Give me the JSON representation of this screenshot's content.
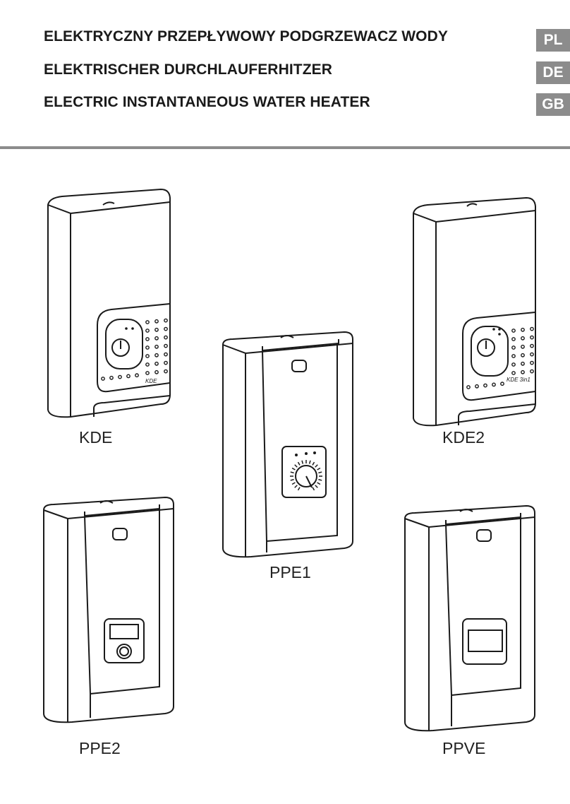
{
  "header": {
    "titles": [
      "ELEKTRYCZNY PRZEPŁYWOWY PODGRZEWACZ WODY",
      "ELEKTRISCHER DURCHLAUFERHITZER",
      "ELECTRIC INSTANTANEOUS WATER HEATER"
    ],
    "langs": [
      "PL",
      "DE",
      "GB"
    ],
    "lang_badge_color": "#8c8c8c"
  },
  "devices": [
    {
      "label": "KDE",
      "badge": "KDE"
    },
    {
      "label": "KDE2",
      "badge": "KDE 3in1"
    },
    {
      "label": "PPE1"
    },
    {
      "label": "PPE2"
    },
    {
      "label": "PPVE"
    }
  ],
  "icons": [
    "water-heater-kde-icon",
    "water-heater-kde2-icon",
    "water-heater-ppe1-icon",
    "water-heater-ppe2-icon",
    "water-heater-ppve-icon"
  ]
}
